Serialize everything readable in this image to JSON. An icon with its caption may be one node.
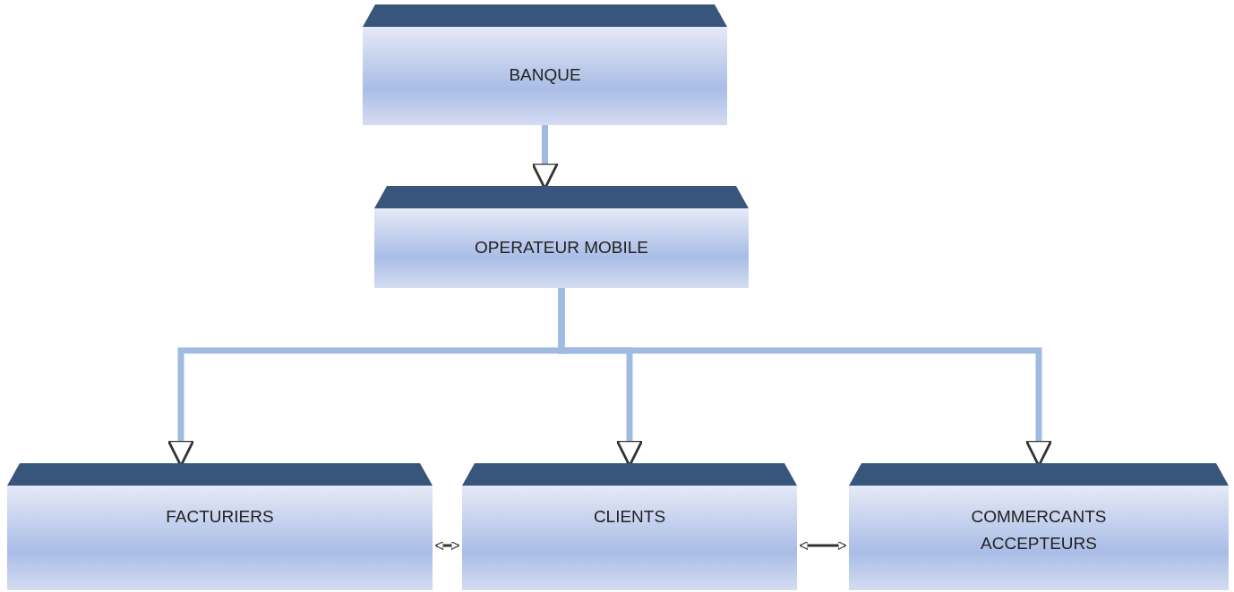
{
  "diagram": {
    "nodes": [
      {
        "text": [
          "BANQUE"
        ]
      },
      {
        "text": [
          "OPERATEUR MOBILE"
        ]
      },
      {
        "text": [
          "FACTURIERS"
        ]
      },
      {
        "text": [
          "CLIENTS"
        ]
      },
      {
        "text": [
          "COMMERCANTS ACCEPTEURS"
        ]
      }
    ],
    "edges": [
      {
        "from": 0,
        "to": 1,
        "arrow": "to"
      },
      {
        "from": 1,
        "to": 2,
        "arrow": "to"
      },
      {
        "from": 1,
        "to": 3,
        "arrow": "to"
      },
      {
        "from": 1,
        "to": 4,
        "arrow": "to"
      },
      {
        "from": 2,
        "to": 3,
        "arrow": "both",
        "color": "#333333"
      },
      {
        "from": 3,
        "to": 4,
        "arrow": "both",
        "color": "#333333"
      }
    ]
  }
}
